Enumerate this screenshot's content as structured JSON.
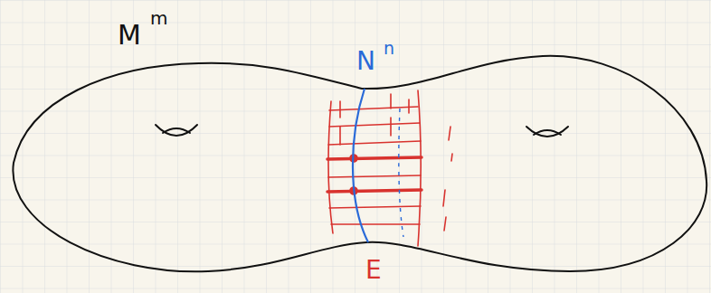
{
  "diagram": {
    "labels": [
      "M",
      "m",
      "N",
      "n",
      "E"
    ]
  }
}
